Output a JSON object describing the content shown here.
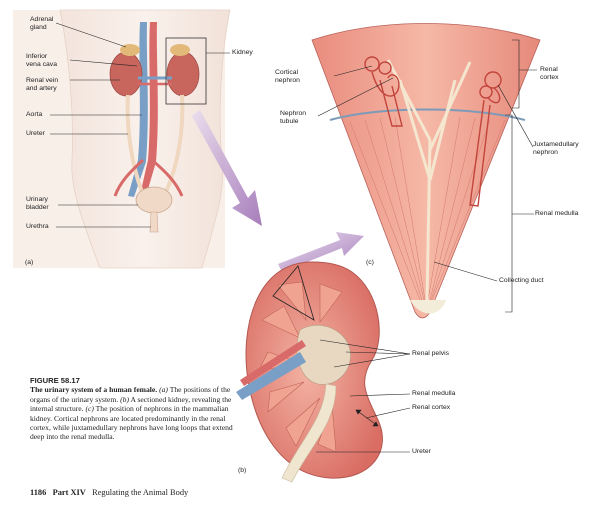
{
  "panel_a": {
    "tag": "(a)",
    "labels": {
      "adrenal": [
        "Adrenal",
        "gland"
      ],
      "ivc": [
        "Inferior",
        "vena cava"
      ],
      "renal_vessels": [
        "Renal vein",
        "and artery"
      ],
      "aorta": "Aorta",
      "ureter": "Ureter",
      "bladder": [
        "Urinary",
        "bladder"
      ],
      "urethra": "Urethra",
      "kidney": "Kidney"
    }
  },
  "panel_b": {
    "tag": "(b)",
    "labels": {
      "pelvis": "Renal pelvis",
      "medulla": "Renal medulla",
      "cortex": "Renal cortex",
      "ureter": "Ureter"
    }
  },
  "panel_c": {
    "tag": "(c)",
    "labels": {
      "cortical": [
        "Cortical",
        "nephron"
      ],
      "tubule": [
        "Nephron",
        "tubule"
      ],
      "cortex": [
        "Renal",
        "cortex"
      ],
      "juxta": [
        "Juxtamedullary",
        "nephron"
      ],
      "medulla": "Renal medulla",
      "duct": "Collecting duct"
    }
  },
  "caption": {
    "number": "FIGURE 58.17",
    "title": "The urinary system of a human female.",
    "text_a": "(a)",
    "body_1": "The positions of the organs of the urinary system.",
    "text_b": "(b)",
    "body_2": "A sectioned kidney, revealing the internal structure.",
    "text_c": "(c)",
    "body_3": "The position of nephrons in the mammalian kidney. Cortical nephrons are located predominantly in the renal cortex, while juxtamedullary nephrons have long loops that extend deep into the renal medulla."
  },
  "footer": {
    "page": "1186",
    "part": "Part XIV",
    "title": "Regulating the Animal Body"
  }
}
